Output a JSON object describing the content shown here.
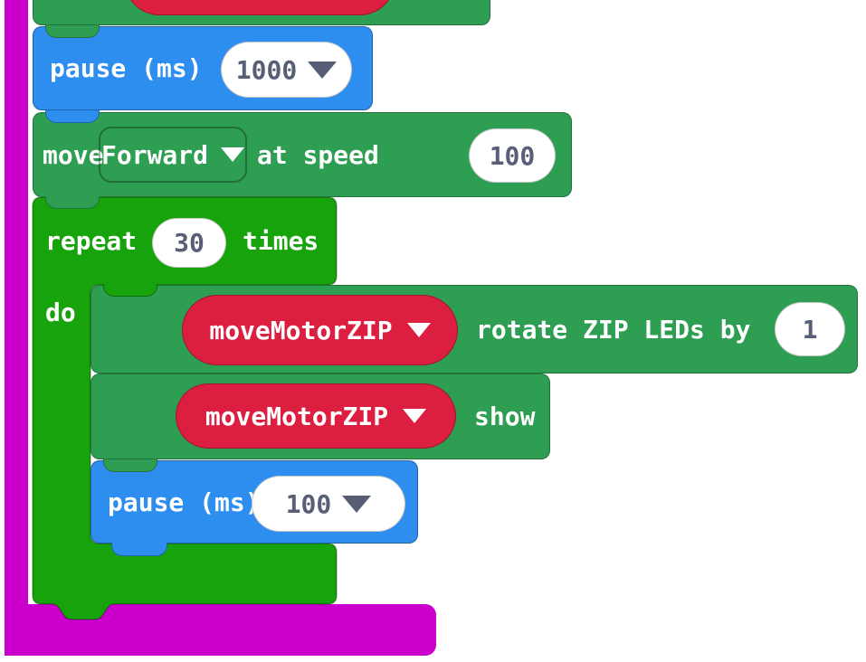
{
  "colors": {
    "loop_green": "#17A30B",
    "motor_green": "#2E9E52",
    "basic_blue": "#2D8EF0",
    "wrapper_magenta": "#CC00CC",
    "variable_red": "#DC1E40",
    "field_text": "#575E75",
    "field_bg": "#FFFFFF"
  },
  "icons": {
    "dropdown_arrow": "down-triangle"
  },
  "blocks": {
    "pause_top": {
      "label": "pause (ms)",
      "value": "1000"
    },
    "move": {
      "label": "move",
      "direction": "Forward",
      "at_speed_label": "at speed",
      "speed": "100"
    },
    "repeat": {
      "label": "repeat",
      "count": "30",
      "times_label": "times",
      "do_label": "do"
    },
    "rotate_leds": {
      "variable": "moveMotorZIP",
      "label": "rotate ZIP LEDs by",
      "value": "1"
    },
    "show_leds": {
      "variable": "moveMotorZIP",
      "label": "show"
    },
    "pause_inner": {
      "label": "pause (ms)",
      "value": "100"
    }
  }
}
